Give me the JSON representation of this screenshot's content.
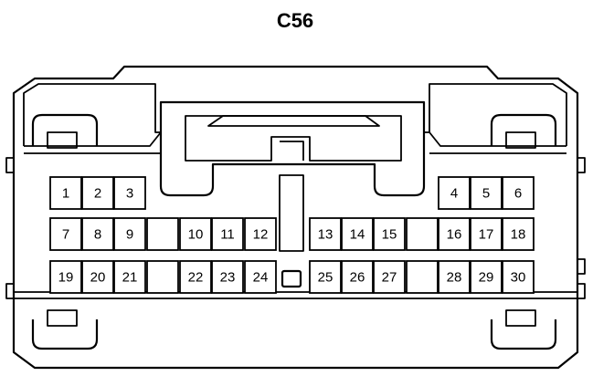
{
  "connector": {
    "title": "C56",
    "rows": [
      [
        "1",
        "2",
        "3",
        "",
        "",
        "",
        "",
        "",
        "",
        "",
        "",
        "",
        "",
        "4",
        "5",
        "6"
      ],
      [
        "7",
        "8",
        "9",
        "",
        "10",
        "11",
        "12",
        "",
        "13",
        "14",
        "15",
        "",
        "16",
        "17",
        "18"
      ],
      [
        "19",
        "20",
        "21",
        "",
        "22",
        "23",
        "24",
        "",
        "25",
        "26",
        "27",
        "",
        "28",
        "29",
        "30"
      ]
    ]
  }
}
